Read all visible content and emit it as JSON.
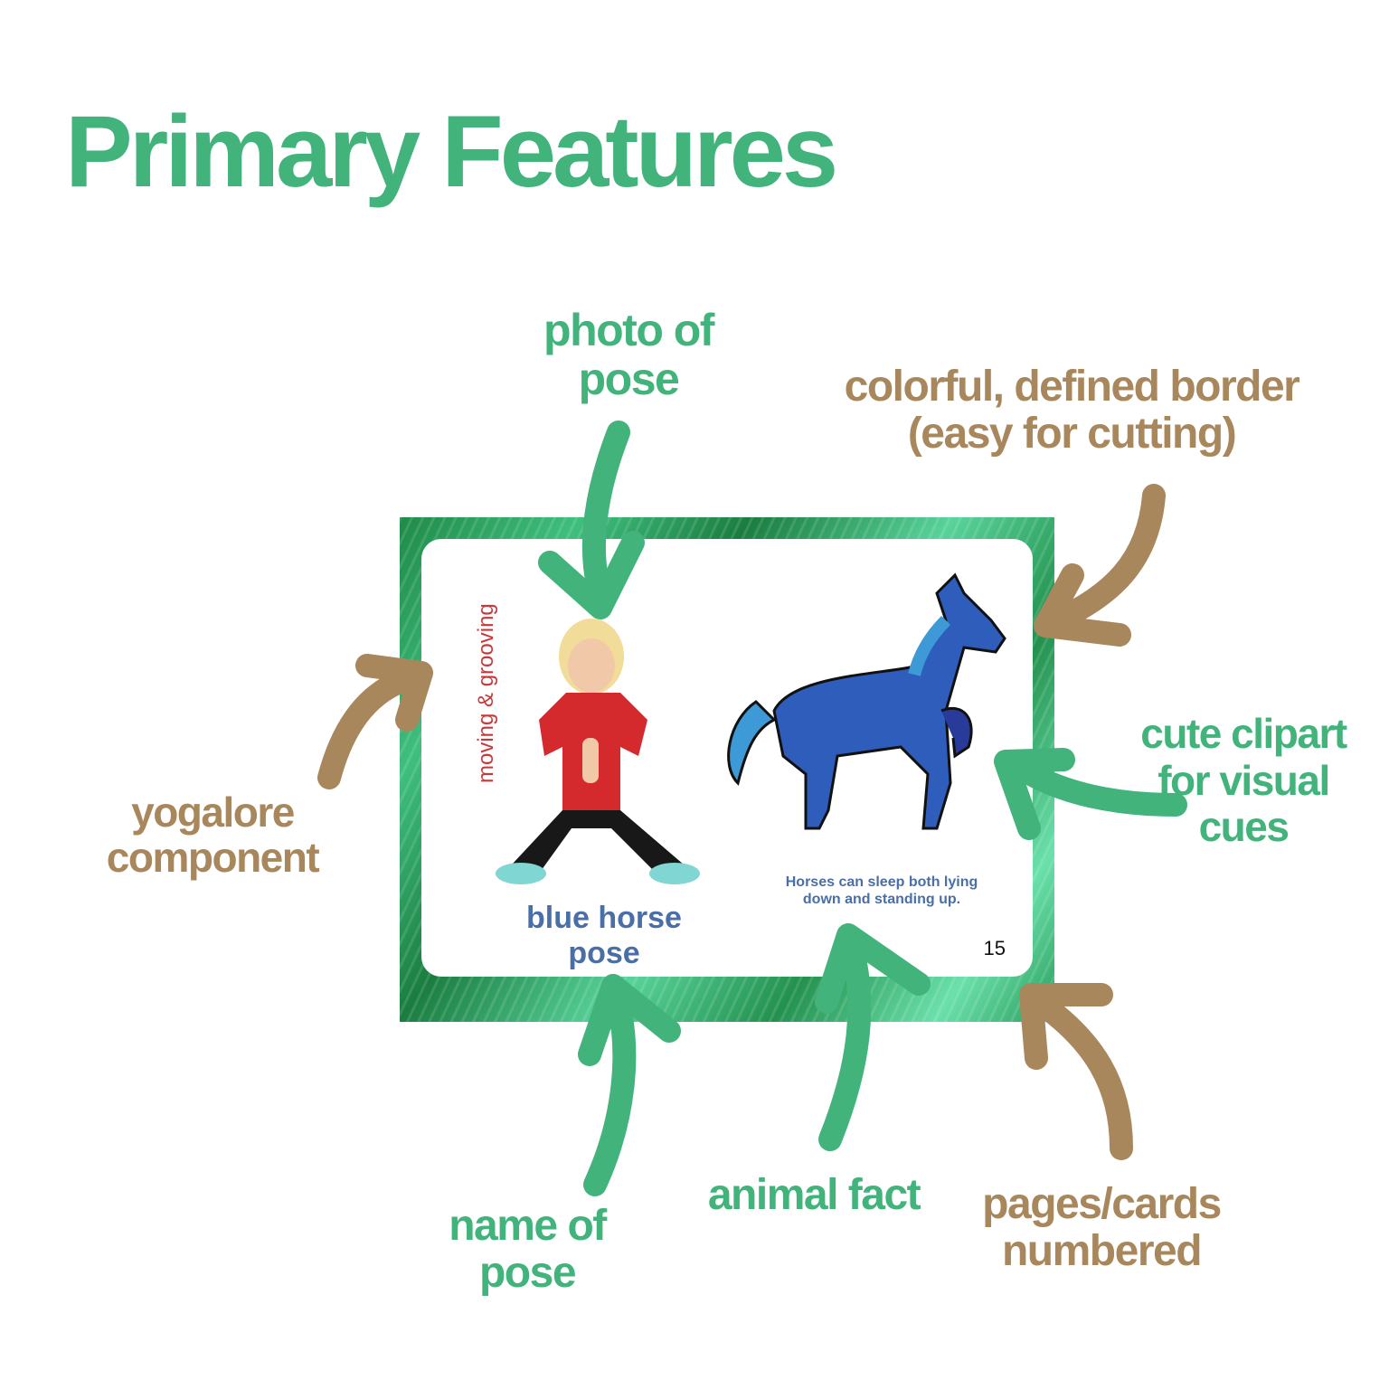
{
  "title": "Primary Features",
  "colors": {
    "green": "#41b37b",
    "tan": "#a9875d",
    "card_text_blue": "#4a6ea7",
    "side_text_red": "#c8383a"
  },
  "labels": {
    "photo_of_pose": [
      "photo of",
      "pose"
    ],
    "colorful_border": [
      "colorful, defined border",
      "(easy for cutting)"
    ],
    "yogalore_component": [
      "yogalore",
      "component"
    ],
    "cute_clipart": [
      "cute clipart",
      "for visual",
      "cues"
    ],
    "name_of_pose": [
      "name of",
      "pose"
    ],
    "animal_fact": [
      "animal fact"
    ],
    "pages_numbered": [
      "pages/cards",
      "numbered"
    ]
  },
  "card": {
    "side_text": "moving & grooving",
    "pose_name": [
      "blue horse",
      "pose"
    ],
    "fact": [
      "Horses can sleep both lying",
      "down and standing up."
    ],
    "page_number": "15",
    "photo": "child-in-horse-pose-photo",
    "clipart": "blue-horse-clipart"
  }
}
